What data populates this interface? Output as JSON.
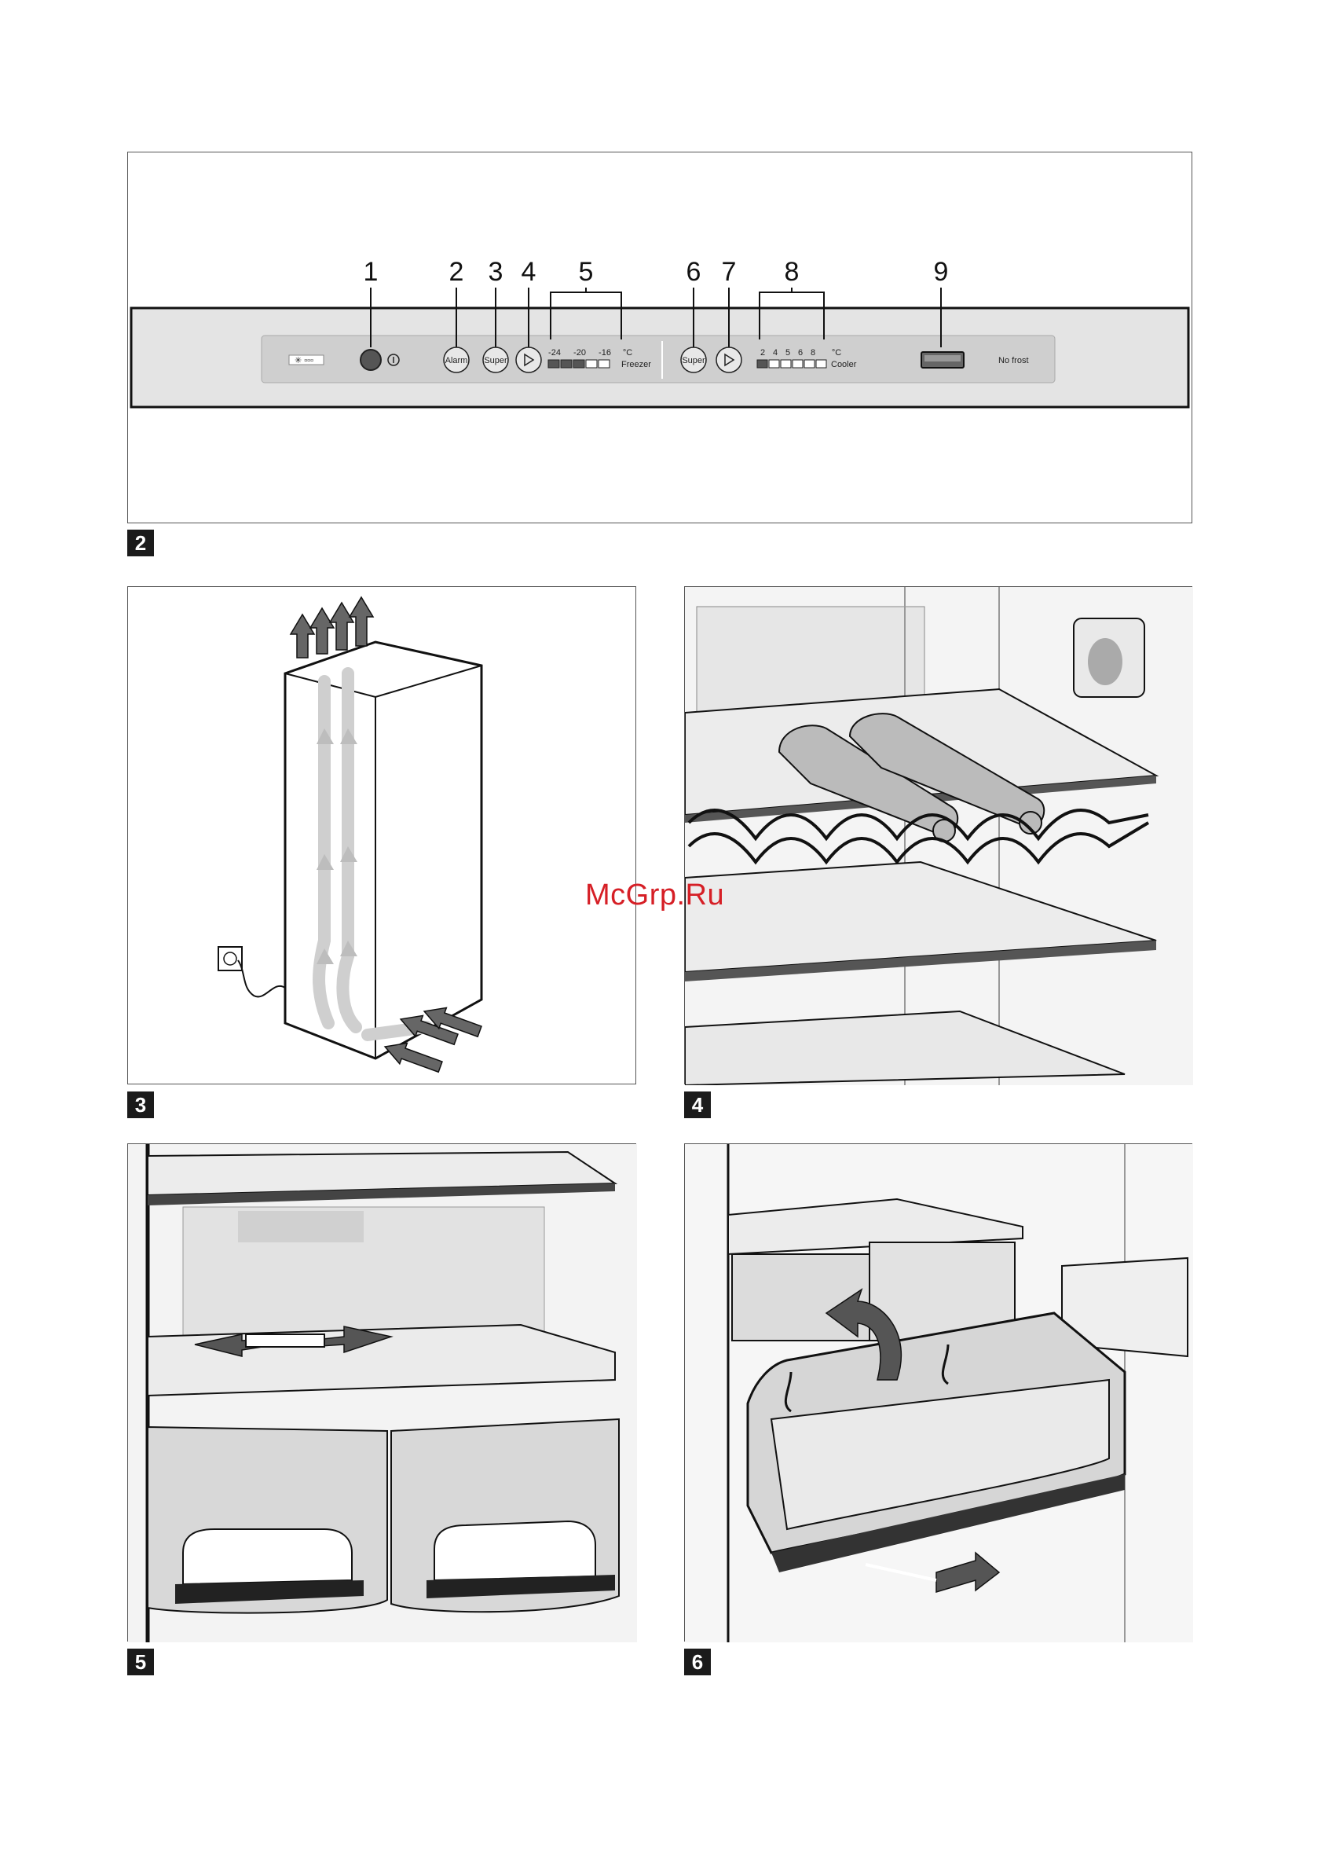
{
  "figure_2": {
    "tag": "2",
    "callouts": [
      "1",
      "2",
      "3",
      "4",
      "5",
      "6",
      "7",
      "8",
      "9"
    ],
    "panel": {
      "alarm_label": "Alarm",
      "super_freezer_label": "Super",
      "super_cooler_label": "Super",
      "freezer_scale": [
        "-24",
        "-20",
        "-16"
      ],
      "freezer_unit": "°C",
      "freezer_label": "Freezer",
      "cooler_scale": [
        "2",
        "4",
        "5",
        "6",
        "8"
      ],
      "cooler_unit": "°C",
      "cooler_label": "Cooler",
      "nofrost_label": "No frost"
    }
  },
  "figure_3": {
    "tag": "3"
  },
  "figure_4": {
    "tag": "4"
  },
  "figure_5": {
    "tag": "5"
  },
  "figure_6": {
    "tag": "6"
  },
  "watermark": "McGrp.Ru",
  "colors": {
    "tag_bg": "#1b1b1b",
    "panel_bg": "#e4e4e4",
    "watermark": "#d61f26"
  }
}
